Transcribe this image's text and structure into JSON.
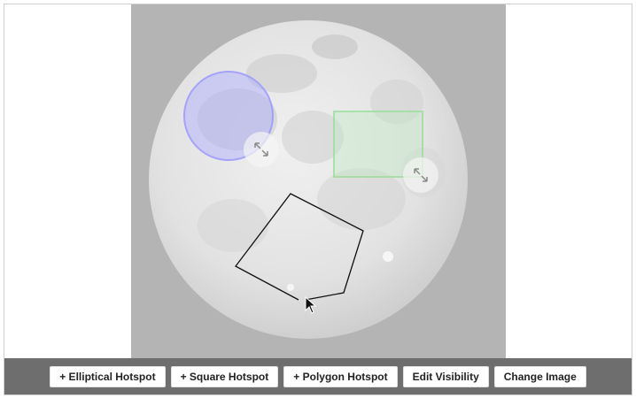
{
  "editor": {
    "hotspots": [
      {
        "type": "ellipse",
        "fill_color": "#aaaaff"
      },
      {
        "type": "square",
        "fill_color": "#bee9be"
      },
      {
        "type": "polygon",
        "stroke_color": "#111111"
      }
    ]
  },
  "toolbar": {
    "buttons": [
      {
        "label": "+ Elliptical Hotspot"
      },
      {
        "label": "+ Square Hotspot"
      },
      {
        "label": "+ Polygon Hotspot"
      },
      {
        "label": "Edit Visibility"
      },
      {
        "label": "Change Image"
      }
    ]
  },
  "icons": {
    "resize": "resize-diagonal-icon",
    "cursor": "mouse-pointer-icon"
  },
  "colors": {
    "canvas_bg": "#b4b4b4",
    "toolbar_bg": "#6e6e6e",
    "button_bg": "#ffffff"
  }
}
